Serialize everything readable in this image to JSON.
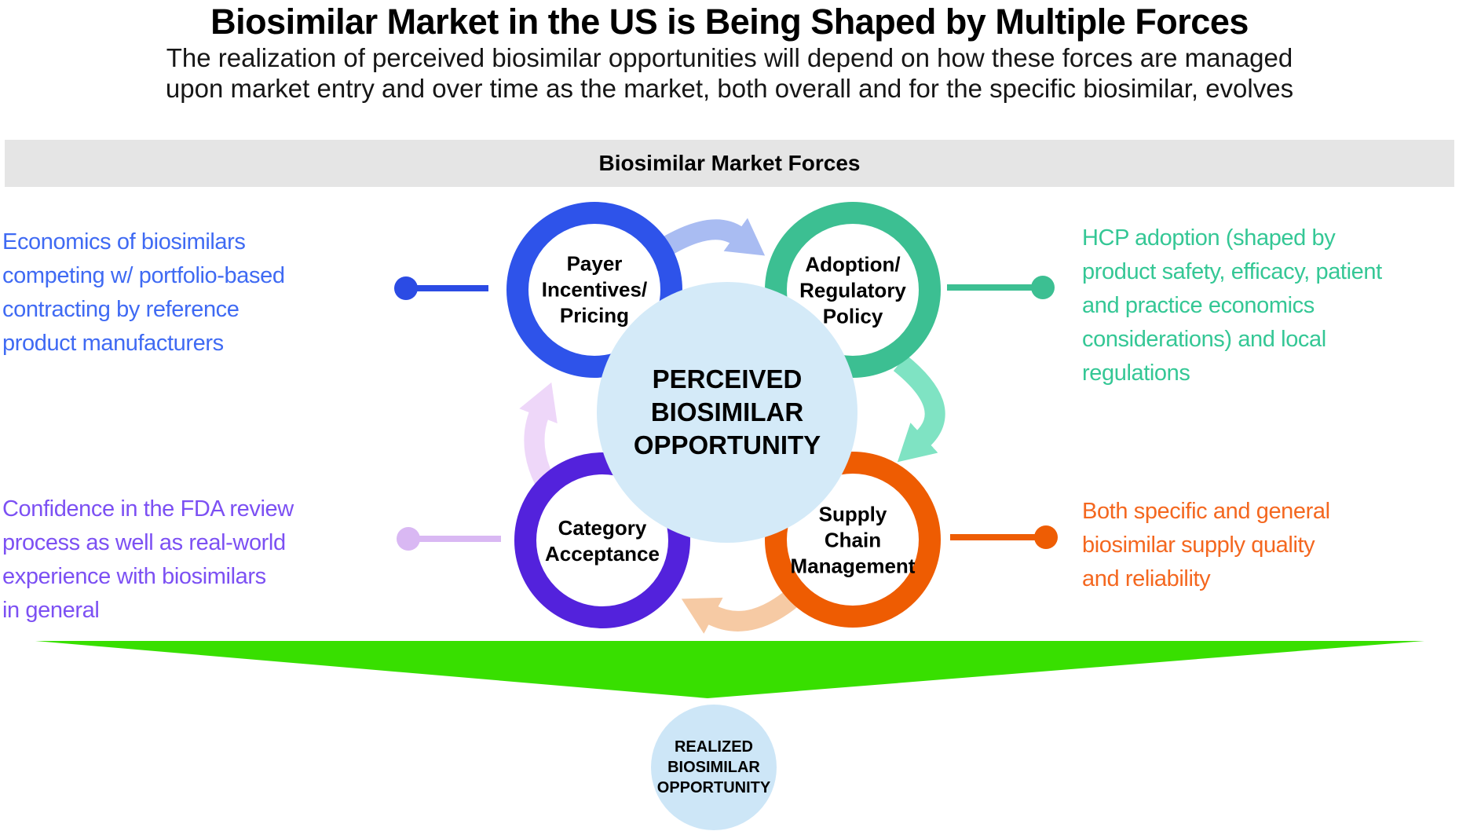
{
  "header": {
    "title": "Biosimilar Market in the US is Being Shaped by Multiple Forces",
    "subtitle": "The realization of perceived biosimilar opportunities will depend on how these forces are managed\nupon market entry and over time as the market, both overall and for the specific biosimilar, evolves",
    "banner": "Biosimilar Market Forces"
  },
  "center_bubble": {
    "label": "PERCEIVED\nBIOSIMILAR\nOPPORTUNITY"
  },
  "outcome_bubble": {
    "label": "REALIZED\nBIOSIMILAR\nOPPORTUNITY"
  },
  "forces": [
    {
      "name": "Payer Incentives/Pricing",
      "label": "Payer\nIncentives/\nPricing",
      "ring_color": "#2e53ea",
      "annotation": "Economics of biosimilars\ncompeting w/ portfolio-based\ncontracting by reference\nproduct manufacturers",
      "annotation_color": "#3f6af3"
    },
    {
      "name": "Adoption/Regulatory Policy",
      "label": "Adoption/\nRegulatory\nPolicy",
      "ring_color": "#3cbf92",
      "annotation": "HCP adoption (shaped by\nproduct safety, efficacy, patient\nand practice economics\nconsiderations) and local\nregulations",
      "annotation_color": "#34c795"
    },
    {
      "name": "Category Acceptance",
      "label": "Category\nAcceptance",
      "ring_color": "#5322dc",
      "annotation": "Confidence in the FDA review\nprocess as well as real-world\nexperience with biosimilars\nin general",
      "annotation_color": "#7c50f3"
    },
    {
      "name": "Supply Chain Management",
      "label": "Supply\nChain\nManagement",
      "ring_color": "#ee5c02",
      "annotation": "Both specific and general\nbiosimilar supply quality\nand reliability",
      "annotation_color": "#f4671f"
    }
  ],
  "colors": {
    "banner_bg": "#e5e5e5",
    "center_bubble": "#d4eaf8",
    "outcome_bubble": "#cde6f7",
    "funnel_green": "#38df00",
    "cycle_arrow_top": "#a9bcf2",
    "cycle_arrow_right": "#7fe3c3",
    "cycle_arrow_bottom": "#f6caa4",
    "cycle_arrow_left": "#eed7f9",
    "connector_blue": "#2b4be4",
    "connector_lavender": "#d9b8f3",
    "connector_teal": "#3cbf92",
    "connector_orange": "#ee5d04"
  }
}
